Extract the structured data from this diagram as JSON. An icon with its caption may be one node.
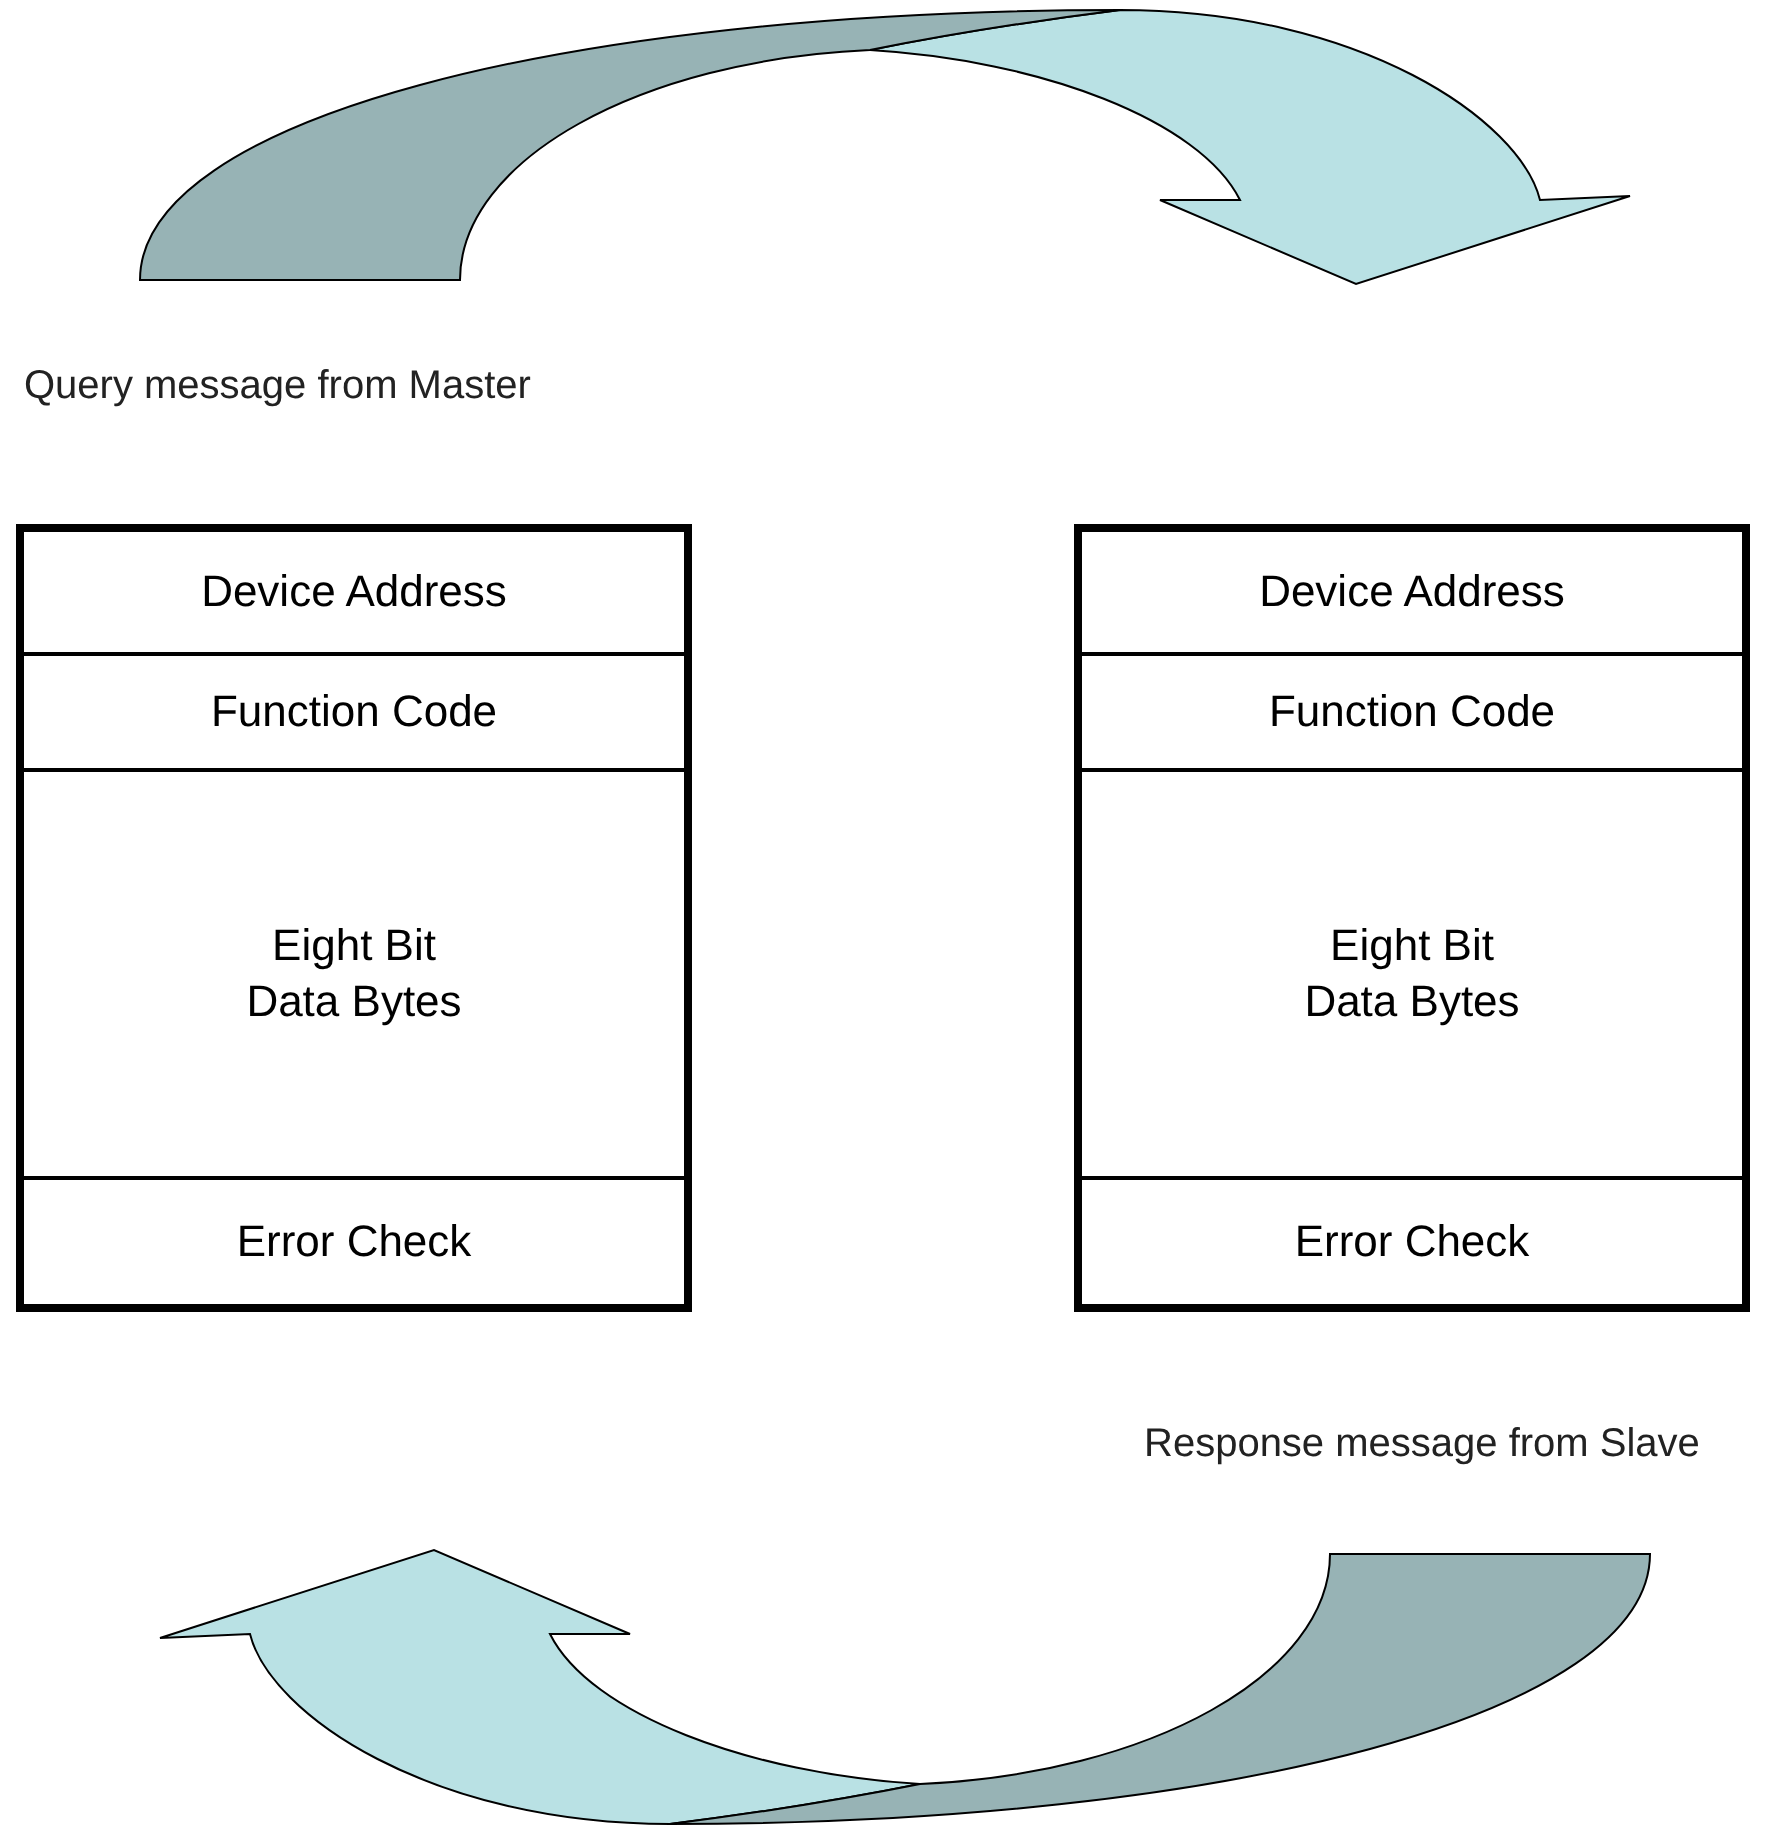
{
  "diagram": {
    "nodes": [
      {
        "text": [],
        "shape": "box"
      },
      {
        "text": [
          "Device Address"
        ],
        "in": 0
      },
      {
        "text": [
          "Function Code"
        ],
        "in": 0
      },
      {
        "text": [
          "Eight Bit Data Bytes"
        ],
        "in": 0
      },
      {
        "text": [
          "Error Check"
        ],
        "in": 0
      },
      {
        "text": [],
        "shape": "box"
      },
      {
        "text": [
          "Device Address"
        ],
        "in": 5
      },
      {
        "text": [
          "Function Code"
        ],
        "in": 5
      },
      {
        "text": [
          "Eight Bit Data Bytes"
        ],
        "in": 5
      },
      {
        "text": [
          "Error Check"
        ],
        "in": 5
      }
    ],
    "labels": [
      "Query message from Master",
      "Response message from Slave"
    ]
  }
}
